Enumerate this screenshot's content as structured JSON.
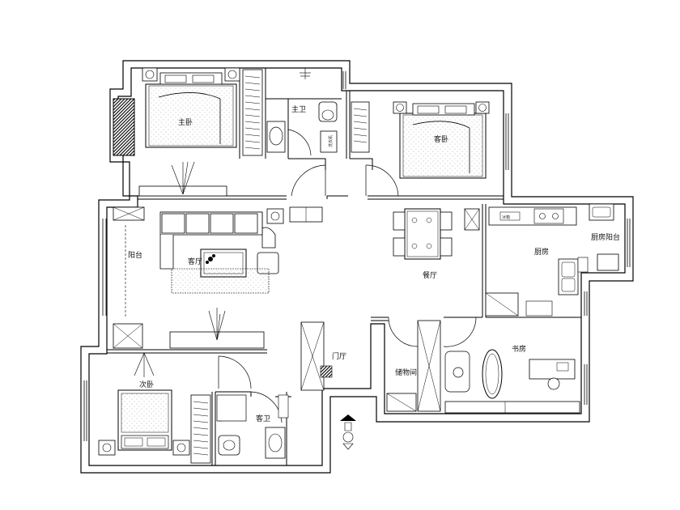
{
  "rooms": {
    "master_bedroom": "主卧",
    "master_bath": "主卫",
    "second_bedroom": "客卧",
    "living_room": "客厅",
    "balcony": "阳台",
    "dining_room": "餐厅",
    "kitchen": "厨房",
    "kitchen_balcony": "厨房阳台",
    "foyer": "门厅",
    "storage_room": "储物间",
    "study": "书房",
    "third_bedroom": "次卧",
    "guest_bath": "客卫"
  },
  "tiny_notes": {
    "note_washer": "洗衣机",
    "note_fridge": "冰箱"
  },
  "colors": {
    "line": "#000000",
    "background": "#ffffff",
    "hatch": "#111111"
  }
}
